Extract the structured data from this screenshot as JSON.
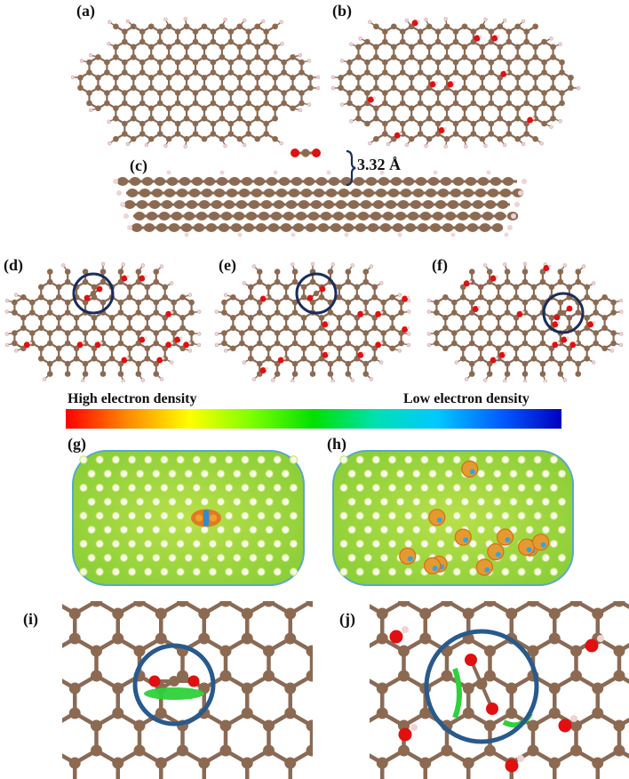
{
  "panels": {
    "a": {
      "label": "(a)"
    },
    "b": {
      "label": "(b)"
    },
    "c": {
      "label": "(c)",
      "distance": "3.32 Å"
    },
    "d": {
      "label": "(d)"
    },
    "e": {
      "label": "(e)"
    },
    "f": {
      "label": "(f)"
    },
    "g": {
      "label": "(g)"
    },
    "h": {
      "label": "(h)"
    },
    "i": {
      "label": "(i)"
    },
    "j": {
      "label": "(j)"
    }
  },
  "colorbar": {
    "left_label": "High electron density",
    "right_label": "Low electron density",
    "colors": [
      "#ff0000",
      "#ff8a00",
      "#ffff00",
      "#7cff00",
      "#00e000",
      "#00e0b0",
      "#00c8ff",
      "#0060ff",
      "#0000c0"
    ]
  },
  "atom_colors": {
    "carbon": "#8c6a52",
    "oxygen": "#e01010",
    "hydrogen": "#f0d4d4",
    "bond": "#8a6a55",
    "highlight_circle": "#1a2d5c",
    "density_surface": "#9ed43a",
    "interaction_surface": "#2ed13a"
  }
}
